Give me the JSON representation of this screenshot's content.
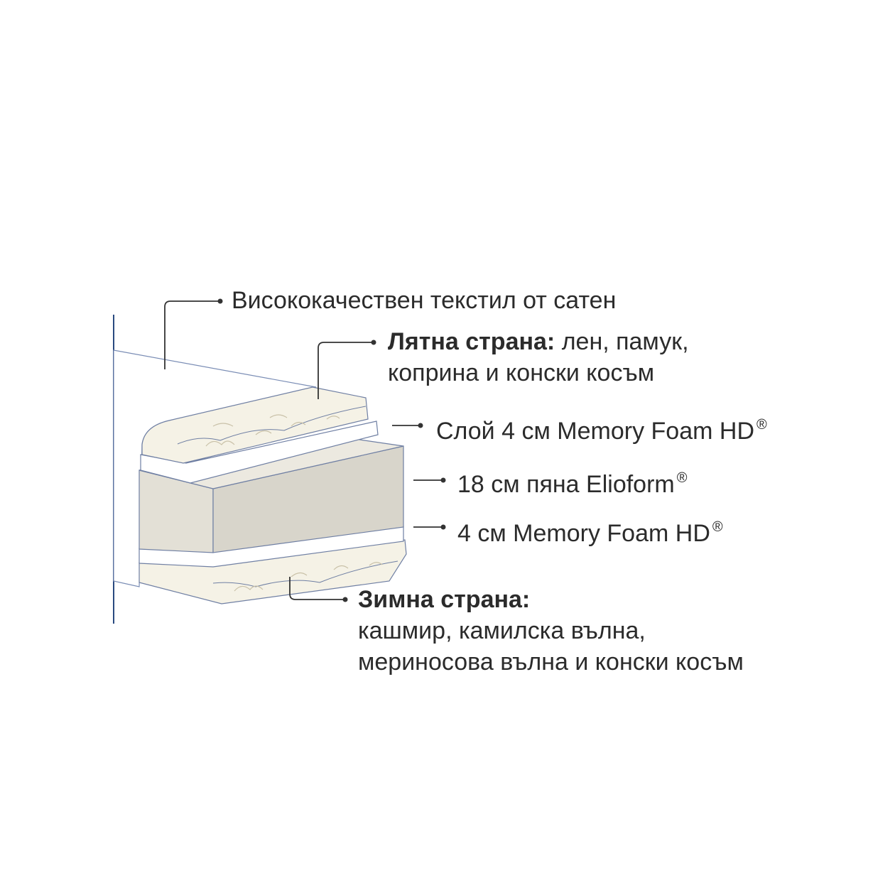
{
  "labels": {
    "cover": "Висококачествен текстил от сатен",
    "summer": {
      "title": "Лятна страна:",
      "line1_rest": " лен, памук,",
      "line2": "коприна и конски косъм"
    },
    "memory_top": {
      "text": "Слой 4 см Memory Foam HD",
      "mark": "®"
    },
    "core": {
      "text": "18 см пяна Elioform",
      "mark": "®"
    },
    "memory_bottom": {
      "text": "4 см Memory Foam HD",
      "mark": "®"
    },
    "winter": {
      "title": "Зимна страна:",
      "line2": "кашмир, камилска вълна,",
      "line3": "мериносова вълна и конски косъм"
    }
  },
  "colors": {
    "outline": "#2a4a80",
    "leader": "#333333",
    "fiber_fill": "#f5f2e6",
    "foam_fill": "#ffffff",
    "core_front": "#d8d5cb",
    "core_side": "#e3e0d6",
    "cover_fill": "#ffffff"
  }
}
